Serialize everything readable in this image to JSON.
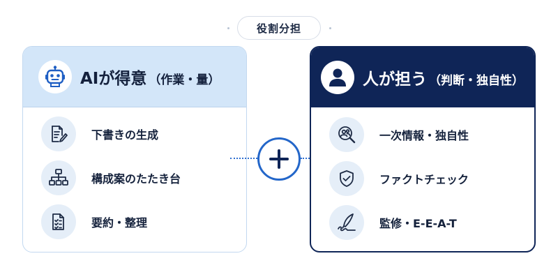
{
  "header": {
    "role_label": "役割分担"
  },
  "ai_card": {
    "title_main": "AIが得意",
    "title_sub": "（作業・量）",
    "head_icon": "robot-icon",
    "items": [
      {
        "label": "下書きの生成",
        "icon": "document-pen-icon"
      },
      {
        "label": "構成案のたたき台",
        "icon": "sitemap-icon"
      },
      {
        "label": "要約・整理",
        "icon": "checklist-icon"
      }
    ]
  },
  "human_card": {
    "title_main": "人が担う",
    "title_sub": "（判断・独自性）",
    "head_icon": "person-icon",
    "items": [
      {
        "label": "一次情報・独自性",
        "icon": "user-search-icon"
      },
      {
        "label": "ファクトチェック",
        "icon": "shield-check-icon"
      },
      {
        "label": "監修・E-E-A-T",
        "icon": "feather-signature-icon"
      }
    ]
  },
  "connector": {
    "icon": "plus-icon"
  },
  "colors": {
    "navy": "#0f2557",
    "ai_header_bg": "#d3e6f9",
    "accent_blue": "#2366c9",
    "icon_bg": "#e5eef8"
  }
}
